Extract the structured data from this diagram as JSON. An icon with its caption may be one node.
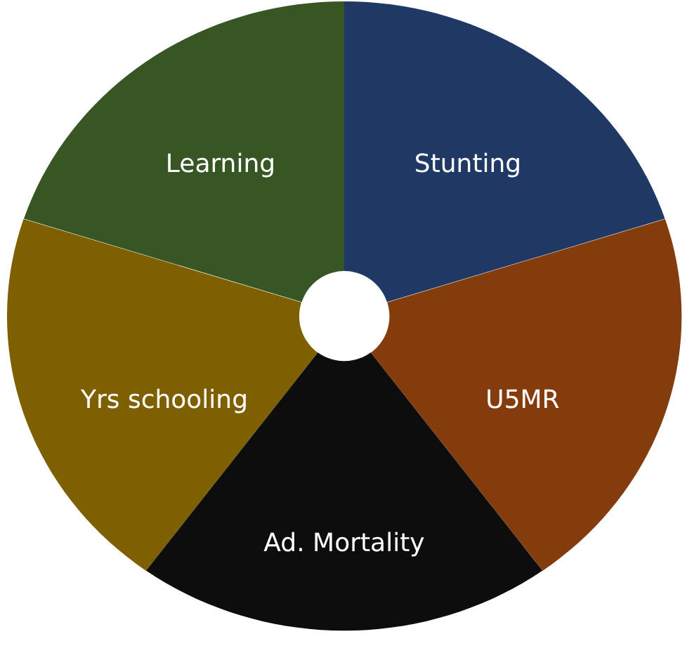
{
  "diagram": {
    "nodes": [
      {
        "text": [
          "Learning"
        ]
      },
      {
        "text": [
          "Stunting"
        ]
      },
      {
        "text": [
          "Yrs schooling"
        ]
      },
      {
        "text": [
          "U5MR"
        ]
      },
      {
        "text": [
          "Ad. Mortality"
        ]
      }
    ]
  }
}
